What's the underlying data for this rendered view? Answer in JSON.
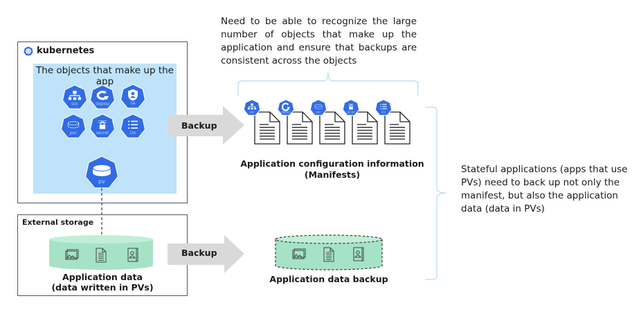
{
  "cluster": {
    "title": "kubernetes",
    "objects_title": "The objects that make up the app",
    "objects": [
      {
        "icon": "svc-icon",
        "label": "svc"
      },
      {
        "icon": "deploy-icon",
        "label": "deploy"
      },
      {
        "icon": "sa-icon",
        "label": "sa"
      },
      {
        "icon": "pvc-icon",
        "label": "pvc"
      },
      {
        "icon": "secret-icon",
        "label": "secret"
      },
      {
        "icon": "cm-icon",
        "label": "cm"
      }
    ],
    "pv": {
      "icon": "pv-icon",
      "label": "pv"
    }
  },
  "external_storage": {
    "title": "External storage",
    "label_line1": "Application data",
    "label_line2": "(data written in PVs)",
    "contents": [
      "image-icon",
      "document-icon",
      "contact-book-icon"
    ]
  },
  "arrows": {
    "manifest_backup": "Backup",
    "data_backup": "Backup"
  },
  "top_note": "Need to be able to recognize the large number of objects that make up the application and ensure that backups are consistent across the objects",
  "manifests": {
    "label_line1": "Application configuration information",
    "label_line2": "(Manifests)",
    "items": [
      "svc",
      "deploy",
      "pvc",
      "secret",
      "cm"
    ]
  },
  "data_backup": {
    "label": "Application data backup"
  },
  "right_note": "Stateful applications (apps that use PVs) need to back up not only the manifest, but also the application data (data in PVs)",
  "colors": {
    "k8s_blue": "#326ce5",
    "objects_bg": "#bfe3fb",
    "storage_green": "#a6e3c6",
    "storage_top": "#c2eed8",
    "arrow_gray": "#d9d9d9",
    "brace_blue": "#b7dcef"
  }
}
